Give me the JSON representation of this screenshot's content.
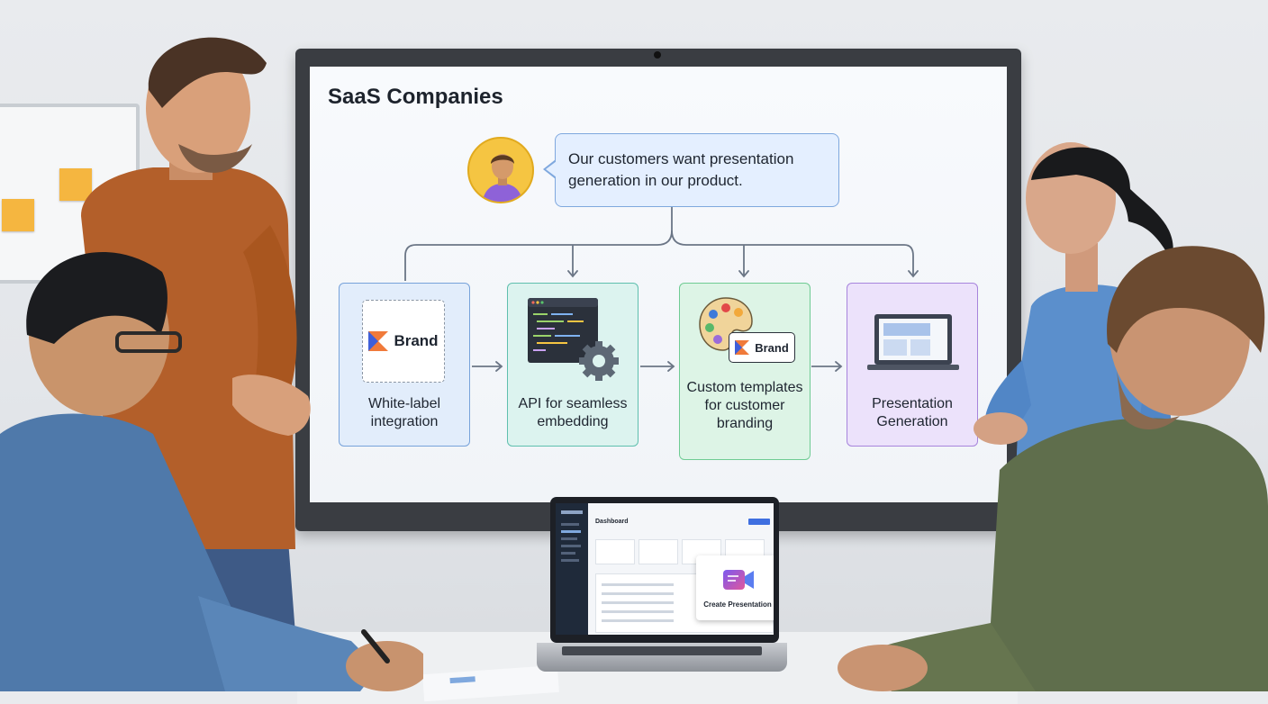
{
  "slide": {
    "title": "SaaS Companies",
    "quote": "Our customers want presentation generation in our product.",
    "cards": [
      {
        "label": "White-label integration"
      },
      {
        "label": "API for seamless embedding"
      },
      {
        "label": "Custom templates for customer branding"
      },
      {
        "label": "Presentation Generation"
      }
    ],
    "brand_text": "Brand"
  },
  "laptop": {
    "page_title": "Dashboard",
    "action_label": "Create Presentation"
  },
  "colors": {
    "blue_card": "#e2edfb",
    "teal_card": "#dcf3ef",
    "green_card": "#ddf4e6",
    "purple_card": "#ece2fb",
    "brand_orange": "#f07a3a",
    "brand_blue": "#3f5fd9"
  }
}
